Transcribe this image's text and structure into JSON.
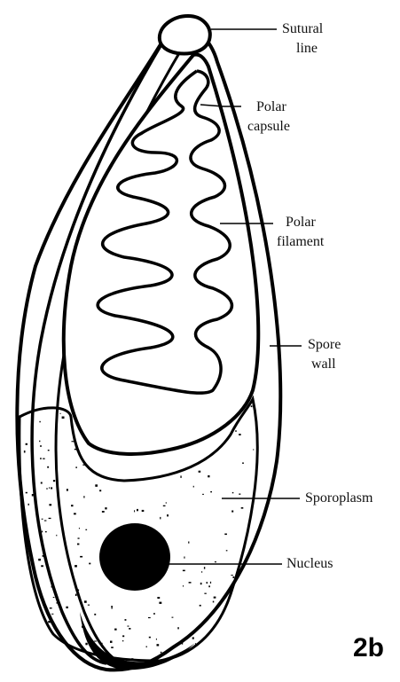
{
  "figure": {
    "panel_label": "2b",
    "labels": {
      "sutural_line": [
        "Sutural",
        "line"
      ],
      "polar_capsule": [
        "Polar",
        "capsule"
      ],
      "polar_filament": [
        "Polar",
        "filament"
      ],
      "spore_wall": [
        "Spore",
        "wall"
      ],
      "sporoplasm": [
        "Sporoplasm"
      ],
      "nucleus": [
        "Nucleus"
      ]
    }
  },
  "colors": {
    "ink": "#000000",
    "background": "#ffffff"
  }
}
